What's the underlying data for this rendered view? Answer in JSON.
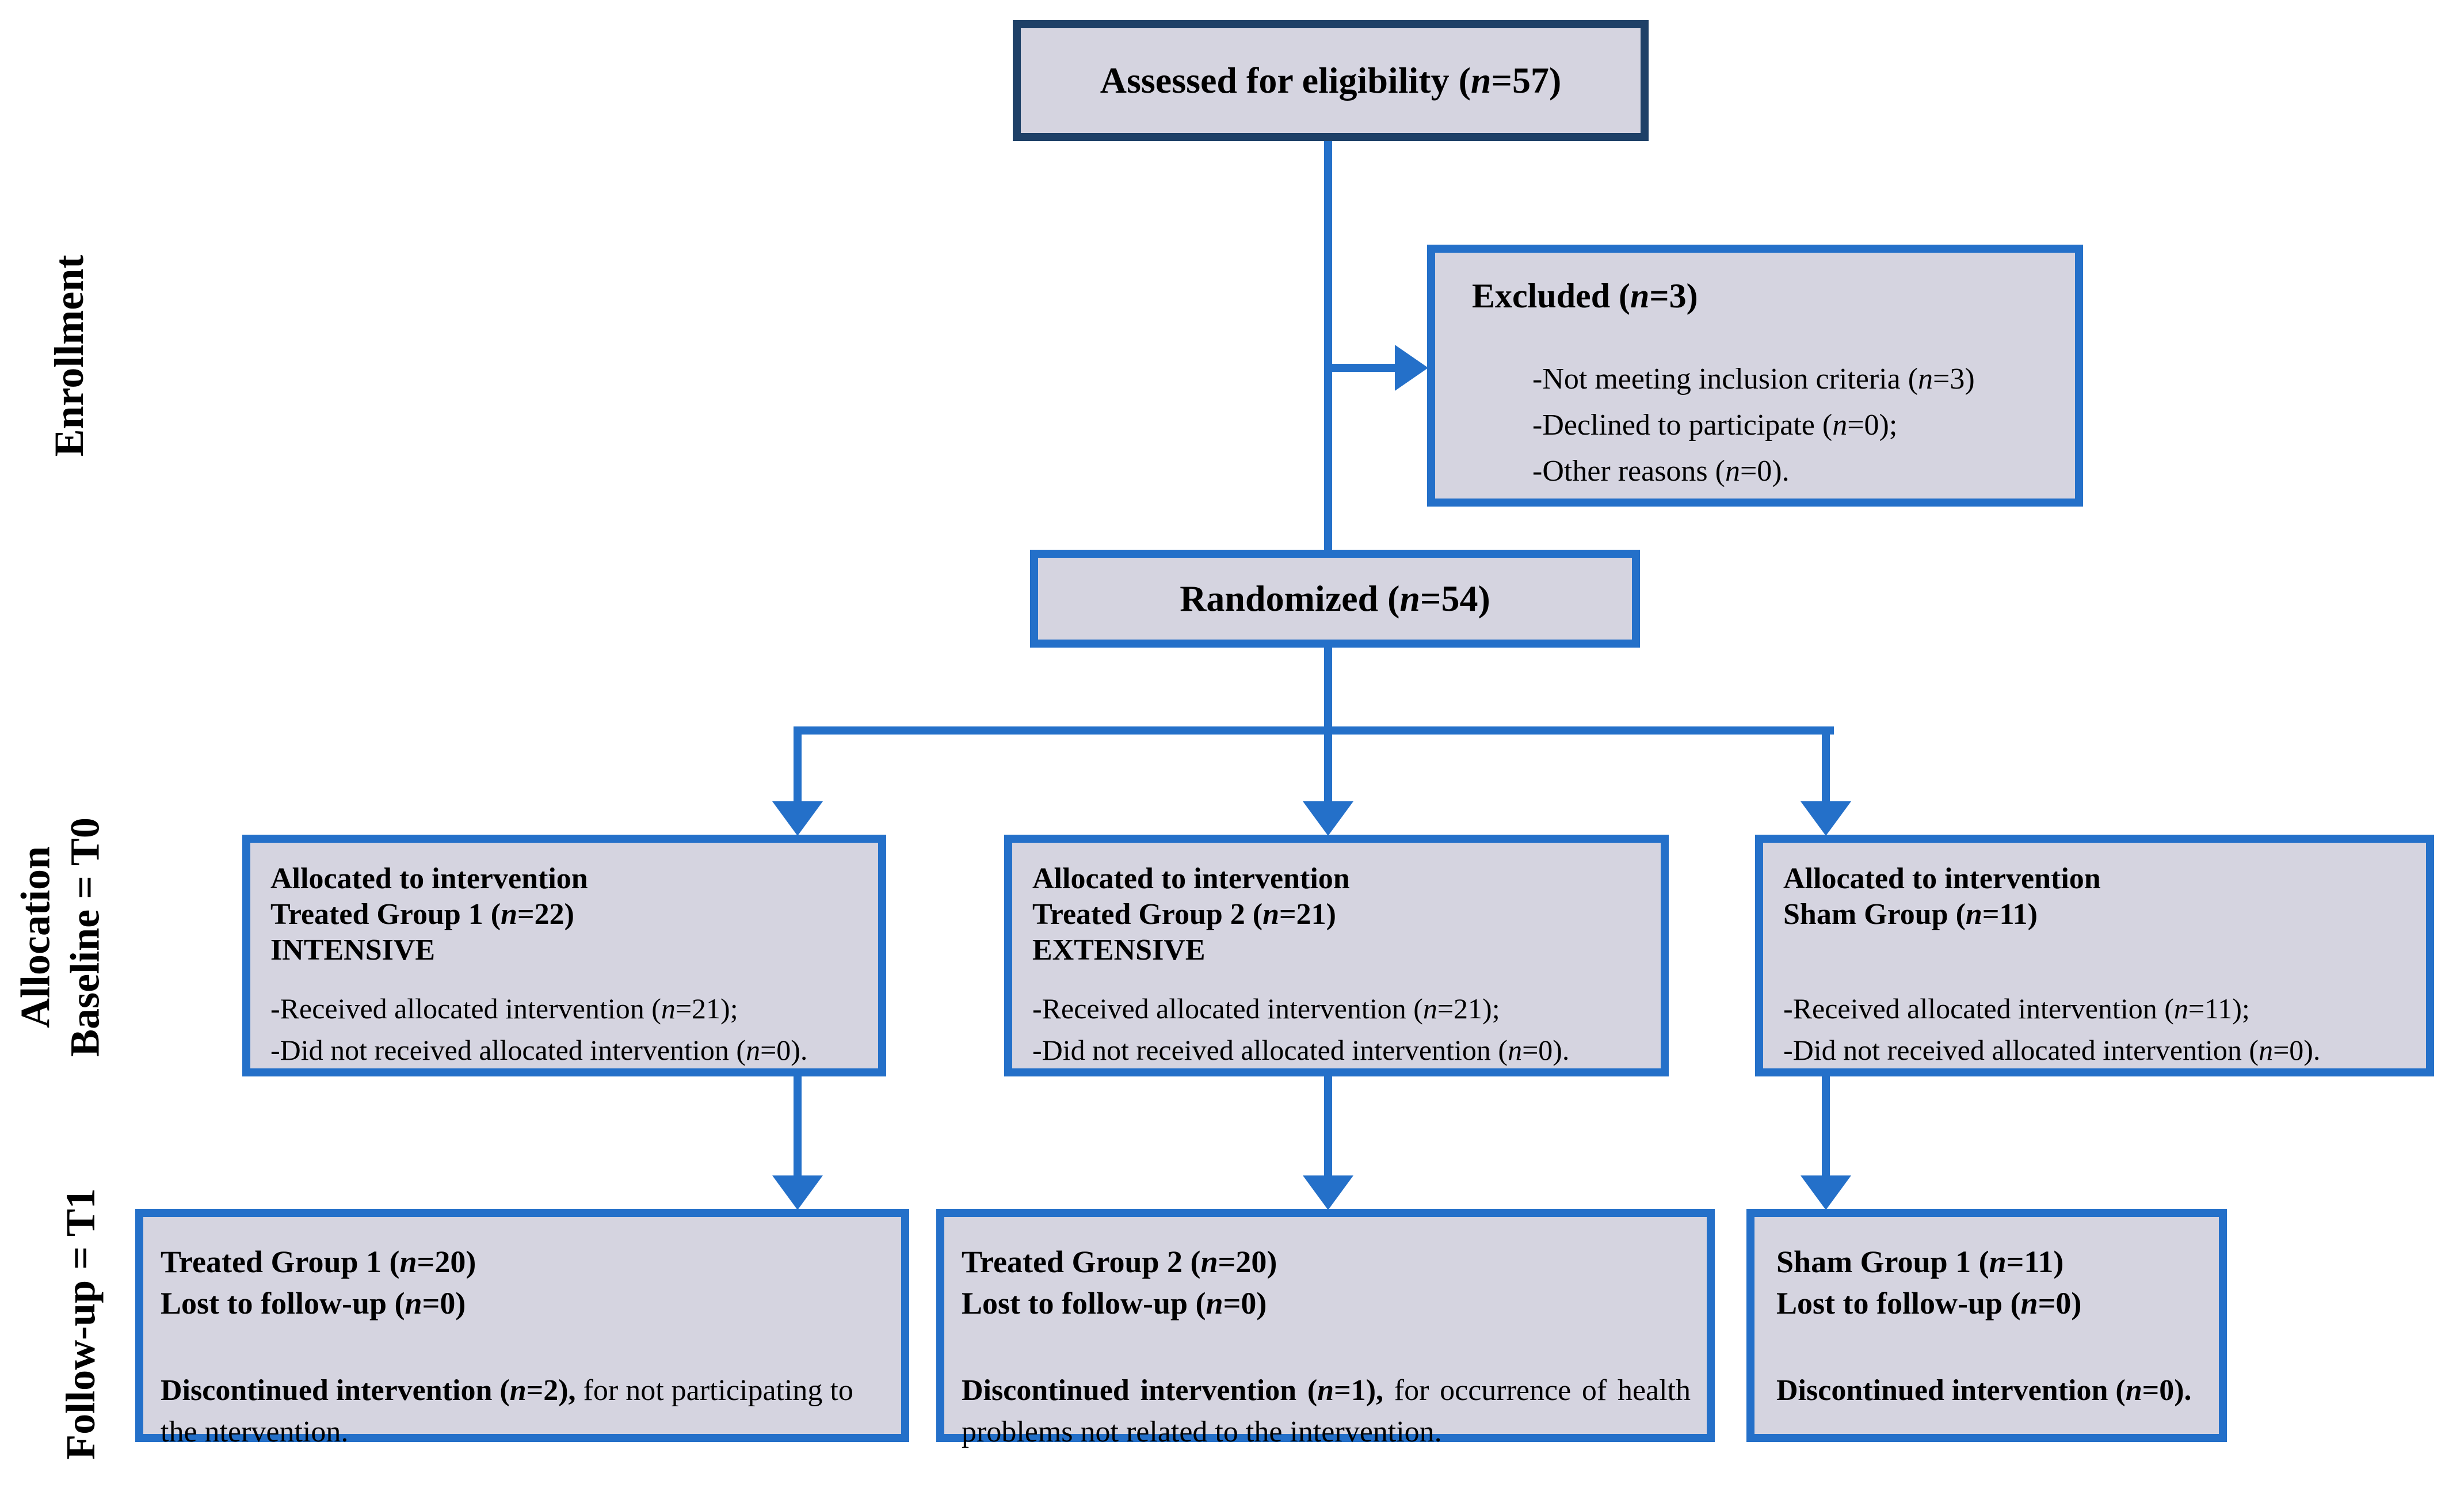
{
  "colors": {
    "box_fill": "#d5d4e0",
    "box_border": "#2470c9",
    "top_box_border": "#1e4067",
    "arrow": "#2470c9",
    "text": "#000000"
  },
  "stages": {
    "enrollment": {
      "label": "Enrollment"
    },
    "allocation": {
      "line1": "Allocation",
      "line2": "Baseline = T0"
    },
    "followup": {
      "label": "Follow-up = T1"
    }
  },
  "boxes": {
    "assessed": {
      "line": [
        {
          "t": "Assessed for eligibility (",
          "b": true
        },
        {
          "t": "n",
          "b": true,
          "i": true
        },
        {
          "t": "=57)",
          "b": true
        }
      ]
    },
    "excluded": {
      "title": [
        {
          "t": "Excluded (",
          "b": true
        },
        {
          "t": "n",
          "b": true,
          "i": true
        },
        {
          "t": "=3)",
          "b": true
        }
      ],
      "items": [
        [
          {
            "t": "-Not meeting inclusion criteria ("
          },
          {
            "t": "n",
            "i": true
          },
          {
            "t": "=3)"
          }
        ],
        [
          {
            "t": "-Declined to participate ("
          },
          {
            "t": "n",
            "i": true
          },
          {
            "t": "=0);"
          }
        ],
        [
          {
            "t": "-Other reasons ("
          },
          {
            "t": "n",
            "i": true
          },
          {
            "t": "=0)."
          }
        ]
      ]
    },
    "randomized": {
      "line": [
        {
          "t": "Randomized (",
          "b": true
        },
        {
          "t": "n",
          "b": true,
          "i": true
        },
        {
          "t": "=54)",
          "b": true
        }
      ]
    },
    "alloc1": {
      "title": [
        [
          {
            "t": "Allocated to intervention",
            "b": true
          }
        ],
        [
          {
            "t": "Treated Group 1 (",
            "b": true
          },
          {
            "t": "n",
            "b": true,
            "i": true
          },
          {
            "t": "=22)",
            "b": true
          }
        ],
        [
          {
            "t": "INTENSIVE",
            "b": true
          }
        ]
      ],
      "items": [
        [
          {
            "t": "-Received allocated intervention ("
          },
          {
            "t": "n",
            "i": true
          },
          {
            "t": "=21);"
          }
        ],
        [
          {
            "t": "-Did not received allocated intervention ("
          },
          {
            "t": "n",
            "i": true
          },
          {
            "t": "=0)."
          }
        ]
      ]
    },
    "alloc2": {
      "title": [
        [
          {
            "t": "Allocated to intervention",
            "b": true
          }
        ],
        [
          {
            "t": "Treated Group 2 (",
            "b": true
          },
          {
            "t": "n",
            "b": true,
            "i": true
          },
          {
            "t": "=21)",
            "b": true
          }
        ],
        [
          {
            "t": "EXTENSIVE",
            "b": true
          }
        ]
      ],
      "items": [
        [
          {
            "t": "-Received allocated intervention ("
          },
          {
            "t": "n",
            "i": true
          },
          {
            "t": "=21);"
          }
        ],
        [
          {
            "t": "-Did not received allocated intervention ("
          },
          {
            "t": "n",
            "i": true
          },
          {
            "t": "=0)."
          }
        ]
      ]
    },
    "alloc3": {
      "title": [
        [
          {
            "t": "Allocated to intervention",
            "b": true
          }
        ],
        [
          {
            "t": "Sham Group (",
            "b": true
          },
          {
            "t": "n",
            "b": true,
            "i": true
          },
          {
            "t": "=11)",
            "b": true
          }
        ],
        []
      ],
      "items": [
        [
          {
            "t": "-Received allocated intervention ("
          },
          {
            "t": "n",
            "i": true
          },
          {
            "t": "=11);"
          }
        ],
        [
          {
            "t": "-Did not received allocated intervention ("
          },
          {
            "t": "n",
            "i": true
          },
          {
            "t": "=0)."
          }
        ]
      ]
    },
    "followup1": {
      "title": [
        [
          {
            "t": "Treated Group 1 (",
            "b": true
          },
          {
            "t": "n",
            "b": true,
            "i": true
          },
          {
            "t": "=20)",
            "b": true
          }
        ],
        [
          {
            "t": "Lost to follow-up (",
            "b": true
          },
          {
            "t": "n",
            "b": true,
            "i": true
          },
          {
            "t": "=0)",
            "b": true
          }
        ]
      ],
      "para": [
        {
          "t": "Discontinued intervention (",
          "b": true
        },
        {
          "t": "n",
          "b": true,
          "i": true
        },
        {
          "t": "=2),",
          "b": true
        },
        {
          "t": " for not participating to the ntervention."
        }
      ]
    },
    "followup2": {
      "title": [
        [
          {
            "t": "Treated Group 2 (",
            "b": true
          },
          {
            "t": "n",
            "b": true,
            "i": true
          },
          {
            "t": "=20)",
            "b": true
          }
        ],
        [
          {
            "t": "Lost to follow-up (",
            "b": true
          },
          {
            "t": "n",
            "b": true,
            "i": true
          },
          {
            "t": "=0)",
            "b": true
          }
        ]
      ],
      "para": [
        {
          "t": "Discontinued intervention (",
          "b": true
        },
        {
          "t": "n",
          "b": true,
          "i": true
        },
        {
          "t": "=1),",
          "b": true
        },
        {
          "t": " for occurrence of health problems not related to the intervention."
        }
      ]
    },
    "followup3": {
      "title": [
        [
          {
            "t": "Sham Group 1 (",
            "b": true
          },
          {
            "t": "n",
            "b": true,
            "i": true
          },
          {
            "t": "=11)",
            "b": true
          }
        ],
        [
          {
            "t": "Lost to follow-up (",
            "b": true
          },
          {
            "t": "n",
            "b": true,
            "i": true
          },
          {
            "t": "=0)",
            "b": true
          }
        ]
      ],
      "para": [
        {
          "t": "Discontinued intervention (",
          "b": true
        },
        {
          "t": "n",
          "b": true,
          "i": true
        },
        {
          "t": "=0).",
          "b": true
        }
      ]
    }
  }
}
